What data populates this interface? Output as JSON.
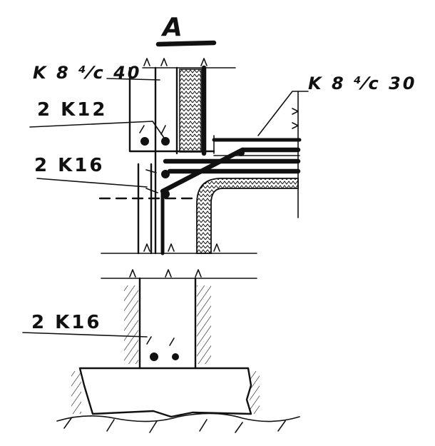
{
  "drawing": {
    "section_title": "A",
    "labels": {
      "top_stirrup": "K 8 ⁴⁄c 40",
      "slab_stirrup": "K 8 ⁴⁄c 30",
      "top_bars": "2 K12",
      "mid_bars": "2 K16",
      "footing_bars": "2 K16"
    },
    "colors": {
      "ink": "#111111",
      "paper": "#ffffff"
    }
  }
}
